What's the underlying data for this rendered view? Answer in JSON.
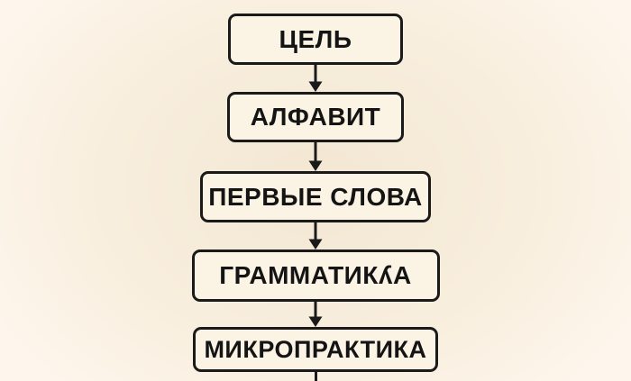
{
  "diagram": {
    "type": "flowchart",
    "direction": "top-down",
    "language": "ru",
    "nodes": [
      {
        "id": "goal",
        "label": "ЦЕЛЬ"
      },
      {
        "id": "alphabet",
        "label": "АЛФАВИТ"
      },
      {
        "id": "first-words",
        "label": "ПЕРВЫЕ СЛОВА"
      },
      {
        "id": "grammar",
        "label": "ГРАММАТИКʎА"
      },
      {
        "id": "micropractice",
        "label": "МИКРОПРАКТИКА"
      }
    ],
    "edges": [
      {
        "from": "goal",
        "to": "alphabet"
      },
      {
        "from": "alphabet",
        "to": "first-words"
      },
      {
        "from": "first-words",
        "to": "grammar"
      },
      {
        "from": "grammar",
        "to": "micropractice"
      },
      {
        "from": "micropractice",
        "to": "offscreen-below"
      }
    ],
    "colors": {
      "background_edge": "#fef6ed",
      "background_center": "#f3e7d3",
      "box_fill": "#fbf3e3",
      "box_border": "#1a1a1a",
      "text": "#141414",
      "arrow": "#1a1a1a"
    }
  }
}
